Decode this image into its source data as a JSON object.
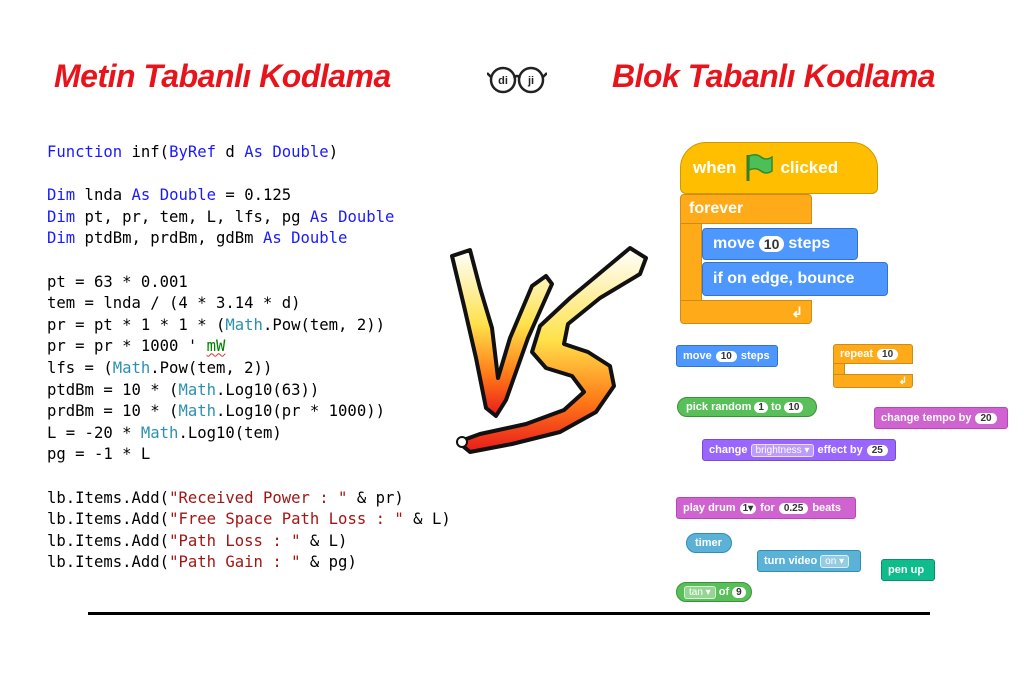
{
  "titles": {
    "left": "Metin Tabanlı Kodlama",
    "right": "Blok Tabanlı Kodlama"
  },
  "logo": {
    "left": "di",
    "right": "ji"
  },
  "vs_graphic": "VS",
  "code": {
    "l1": {
      "a": "Function",
      "b": " inf(",
      "c": "ByRef",
      "d": " d ",
      "e": "As",
      "f": " ",
      "g": "Double",
      "h": ")"
    },
    "l2": {
      "a": "Dim",
      "b": " lnda ",
      "c": "As",
      "d": " ",
      "e": "Double",
      "f": " = 0.125"
    },
    "l3": {
      "a": "Dim",
      "b": " pt, pr, tem, L, lfs, pg ",
      "c": "As",
      "d": " ",
      "e": "Double"
    },
    "l4": {
      "a": "Dim",
      "b": " ptdBm, prdBm, gdBm ",
      "c": "As",
      "d": " ",
      "e": "Double"
    },
    "l5": "pt = 63 * 0.001",
    "l6": "tem = lnda / (4 * 3.14 * d)",
    "l7": {
      "a": "pr = pt * 1 * 1 * (",
      "b": "Math",
      "c": ".Pow(tem, 2))"
    },
    "l8": {
      "a": "pr = pr * 1000 ' ",
      "b": "mW"
    },
    "l9": {
      "a": "lfs = (",
      "b": "Math",
      "c": ".Pow(tem, 2))"
    },
    "l10": {
      "a": "ptdBm = 10 * (",
      "b": "Math",
      "c": ".Log10(63))"
    },
    "l11": {
      "a": "prdBm = 10 * (",
      "b": "Math",
      "c": ".Log10(pr * 1000))"
    },
    "l12": {
      "a": "L = -20 * ",
      "b": "Math",
      "c": ".Log10(tem)"
    },
    "l13": "pg = -1 * L",
    "l14": {
      "a": "lb.Items.Add(",
      "b": "\"Received Power : \"",
      "c": " & pr)"
    },
    "l15": {
      "a": "lb.Items.Add(",
      "b": "\"Free Space Path Loss : \"",
      "c": " & L)"
    },
    "l16": {
      "a": "lb.Items.Add(",
      "b": "\"Path Loss : \"",
      "c": " & L)"
    },
    "l17": {
      "a": "lb.Items.Add(",
      "b": "\"Path Gain : \"",
      "c": " & pg)"
    }
  },
  "blocks": {
    "when_clicked": {
      "a": "when",
      "b": "clicked"
    },
    "forever": "forever",
    "move_big": {
      "a": "move",
      "n": "10",
      "b": "steps"
    },
    "bounce": "if on edge, bounce",
    "move_small": {
      "a": "move",
      "n": "10",
      "b": "steps"
    },
    "repeat": {
      "a": "repeat",
      "n": "10"
    },
    "pick_random": {
      "a": "pick random",
      "n1": "1",
      "b": "to",
      "n2": "10"
    },
    "change_tempo": {
      "a": "change tempo by",
      "n": "20"
    },
    "change_effect": {
      "a": "change",
      "d": "brightness",
      "b": "effect by",
      "n": "25"
    },
    "play_drum": {
      "a": "play drum",
      "d": "1",
      "b": "for",
      "n": "0.25",
      "c": "beats"
    },
    "timer": "timer",
    "turn_video": {
      "a": "turn video",
      "d": "on"
    },
    "pen_up": "pen up",
    "tan_of": {
      "d": "tan",
      "b": "of",
      "n": "9"
    }
  },
  "colors": {
    "title": "#e8141c",
    "keyword": "#1a1aff",
    "class": "#2b91af",
    "string": "#a31515",
    "comment": "#008000"
  }
}
